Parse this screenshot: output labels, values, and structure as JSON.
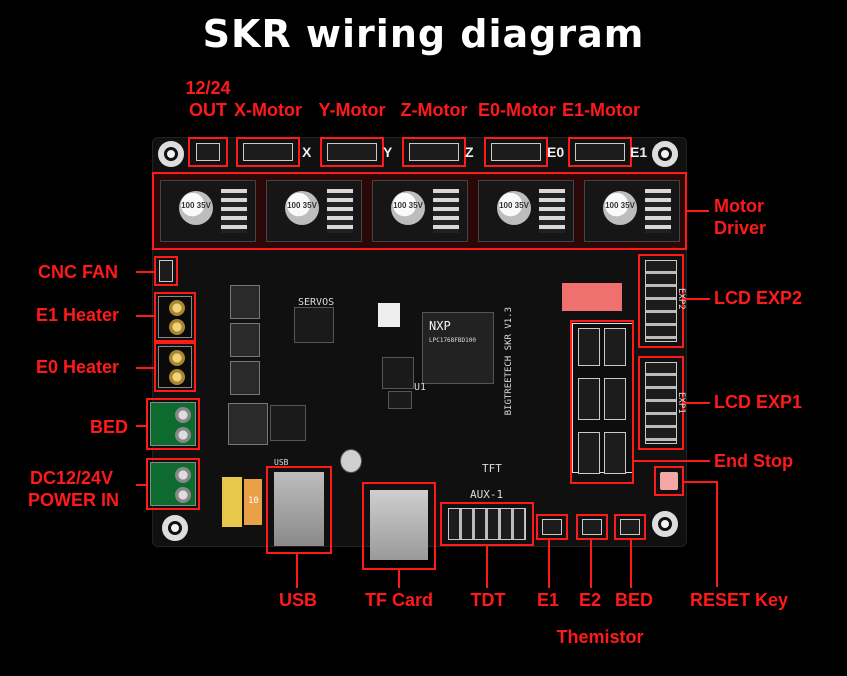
{
  "title": "SKR wiring diagram",
  "labels": {
    "out_1224_a": "12/24",
    "out_1224_b": "OUT",
    "x_motor": "X-Motor",
    "y_motor": "Y-Motor",
    "z_motor": "Z-Motor",
    "e0_motor": "E0-Motor",
    "e1_motor": "E1-Motor",
    "motor_driver_a": "Motor",
    "motor_driver_b": "Driver",
    "cnc_fan": "CNC FAN",
    "e1_heater": "E1 Heater",
    "e0_heater": "E0 Heater",
    "bed_power": "BED",
    "dc_power_a": "DC12/24V",
    "dc_power_b": "POWER IN",
    "lcd_exp2": "LCD EXP2",
    "lcd_exp1": "LCD EXP1",
    "end_stop": "End Stop",
    "reset_key": "RESET Key",
    "usb": "USB",
    "tf_card": "TF Card",
    "tdt": "TDT",
    "therm_e1": "E1",
    "therm_e2": "E2",
    "therm_bed": "BED",
    "themistor": "Themistor"
  },
  "silk": {
    "axis_x": "X",
    "axis_y": "Y",
    "axis_z": "Z",
    "axis_e0": "E0",
    "axis_e1": "E1",
    "mcu_brand": "NXP",
    "mcu_model": "LPC1768FBD100",
    "board_name": "BIGTREETECH SKR V1.3",
    "aux": "AUX-1",
    "tft": "TFT",
    "usb_silk": "USB",
    "exp2": "EXP2",
    "exp1": "EXP1",
    "servos": "SERVOS",
    "cap_value": "100 35V",
    "u1": "U1",
    "fuse": "10"
  },
  "colors": {
    "annotation": "#ff1a1a",
    "board": "#101010",
    "title": "#ffffff"
  }
}
